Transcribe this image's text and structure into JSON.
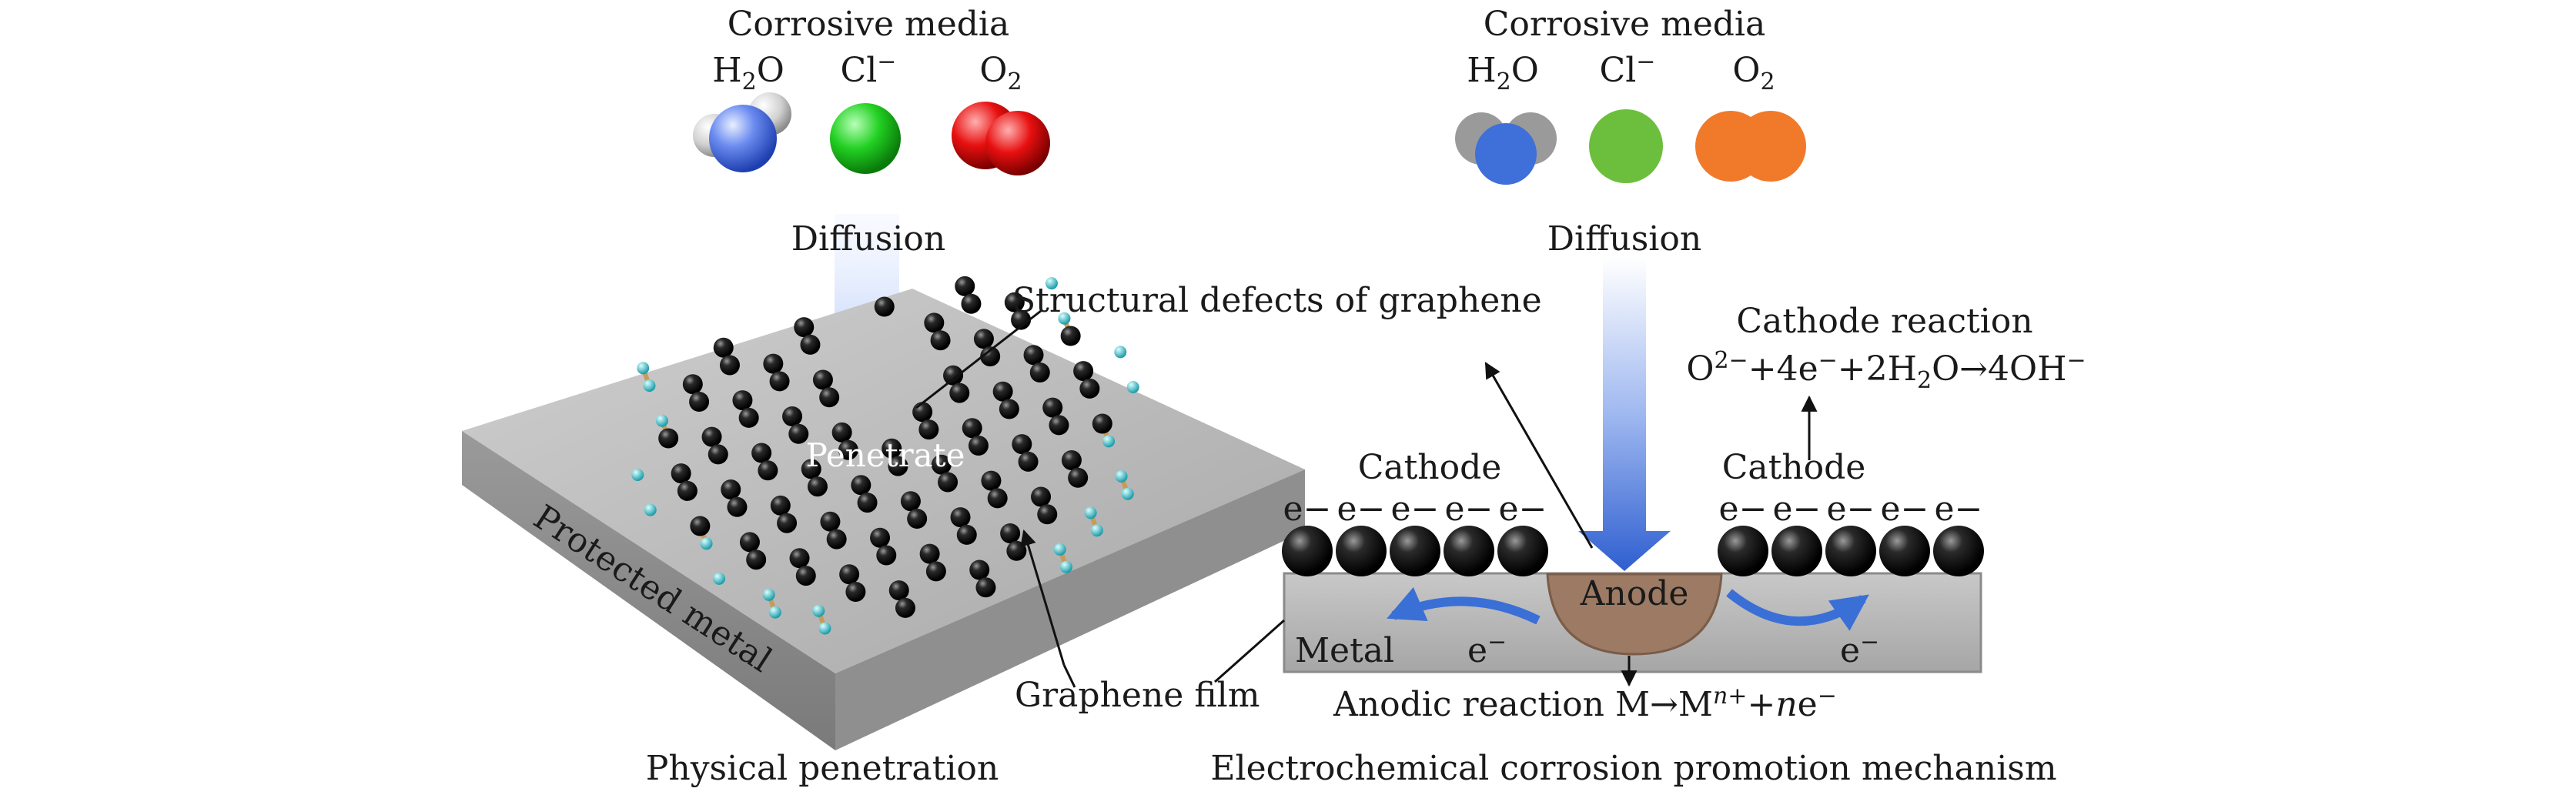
{
  "left_panel": {
    "media_title": "Corrosive media",
    "molecules": [
      {
        "formula": "H",
        "sub": "2",
        "tail": "O"
      },
      {
        "formula": "Cl",
        "sup": "−"
      },
      {
        "formula": "O",
        "sub": "2"
      }
    ],
    "diffusion": "Diffusion",
    "penetrate": "Penetrate",
    "defects_label": "Structural defects of graphene",
    "metal_label": "Protected metal",
    "caption": "Physical penetration"
  },
  "right_panel": {
    "media_title": "Corrosive media",
    "molecules": [
      {
        "formula": "H",
        "sub": "2",
        "tail": "O"
      },
      {
        "formula": "Cl",
        "sup": "−"
      },
      {
        "formula": "O",
        "sub": "2"
      }
    ],
    "diffusion": "Diffusion",
    "cathode_reaction_title": "Cathode reaction",
    "cathode_reaction": "O2−+4e−+2H2O→4OH−",
    "cathode_left": "Cathode",
    "cathode_right": "Cathode",
    "electron": "e−",
    "anode": "Anode",
    "metal": "Metal",
    "graphene_film": "Graphene film",
    "anodic_reaction": "Anodic reaction M→Mn++ne−",
    "caption": "Electrochemical corrosion promotion mechanism"
  },
  "colors": {
    "water_blue": "#3f6fd8",
    "chloride_green": "#2ecc2e",
    "oxygen_red": "#e01818",
    "flat_green": "#6cbf3c",
    "flat_orange": "#f07a2a",
    "arrow_blue": "#3a6fd6",
    "anode_brown": "#9c7a64",
    "metal_grey": "#b9b9b9"
  }
}
